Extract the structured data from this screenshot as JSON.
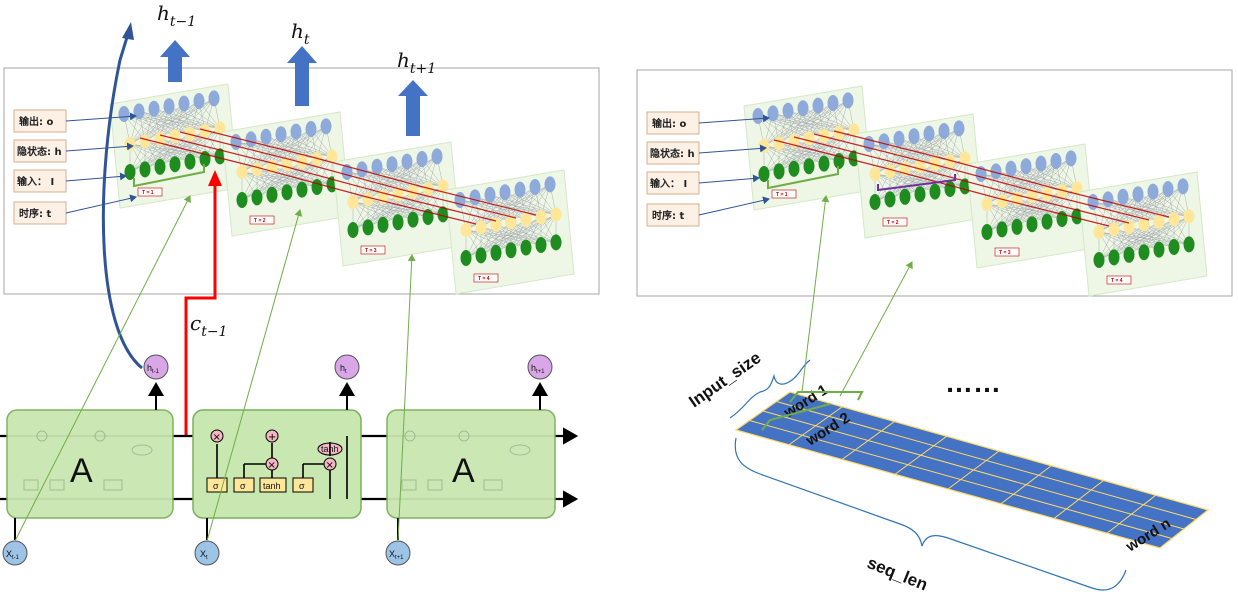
{
  "outputs": {
    "h_prev": "h",
    "h_prev_sub": "t−1",
    "h_cur": "h",
    "h_cur_sub": "t",
    "h_next": "h",
    "h_next_sub": "t+1",
    "c_prev": "c",
    "c_prev_sub": "t−1"
  },
  "rnn_labels": [
    "输出: o",
    "隐状态: h",
    "输入：  I",
    "时序: t"
  ],
  "rnn_label_sup": "t",
  "rnn_label_sub": "t",
  "time_tags": [
    "T = 1",
    "T = 2",
    "T = 3",
    "T = 4"
  ],
  "lstm": {
    "cell_label": "A",
    "ops_mult": "×",
    "ops_add": "+",
    "sigma": "σ",
    "tanh": "tanh",
    "h_node": "h",
    "x_node": "X",
    "sub_prev": "t-1",
    "sub_cur": "t",
    "sub_next": "t+1"
  },
  "grid": {
    "input_size": "Input_size",
    "word_1": "word 1",
    "word_2": "word 2",
    "word_n": "word n",
    "seq_len": "seq_len",
    "ellipsis": "……"
  },
  "colors": {
    "grid_fill": "#4472c4",
    "grid_line": "#ffd966",
    "cell_fill": "#c9e7b0",
    "cell_stroke": "#7ab05a",
    "neuron_out": "#8eaadb",
    "neuron_hidden": "#ffe699",
    "neuron_in": "#1e8c1e",
    "c_path": "#ff0000",
    "h_arrow": "#4472c4",
    "node_h": "#d9a6e8",
    "node_x": "#9dc3e6"
  }
}
